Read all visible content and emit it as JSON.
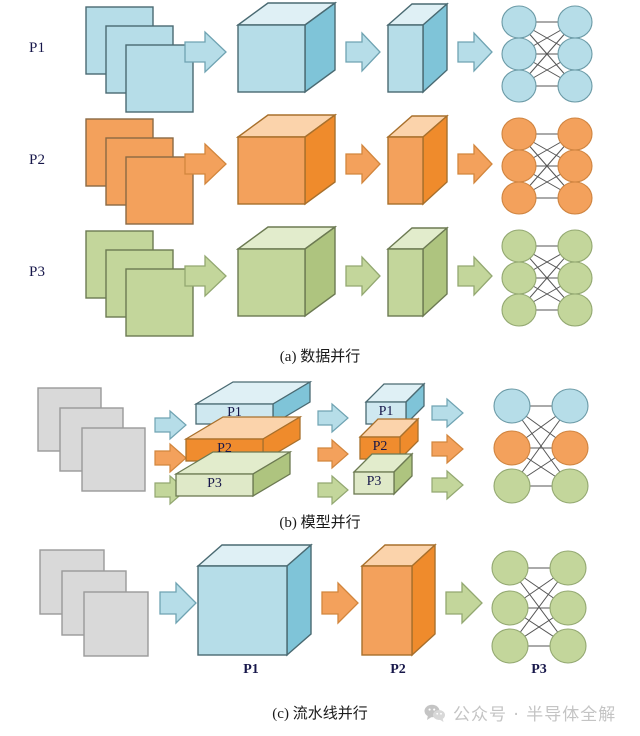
{
  "figure": {
    "title_present": false,
    "panels": [
      {
        "id": "a",
        "caption": "(a) 数据并行",
        "rows": [
          {
            "label": "P1",
            "color_key": "blue",
            "stages": [
              "data-sheets",
              "arrow",
              "cube",
              "arrow",
              "slab-cube",
              "arrow",
              "neural-net"
            ]
          },
          {
            "label": "P2",
            "color_key": "orange",
            "stages": [
              "data-sheets",
              "arrow",
              "cube",
              "arrow",
              "slab-cube",
              "arrow",
              "neural-net"
            ]
          },
          {
            "label": "P3",
            "color_key": "green",
            "stages": [
              "data-sheets",
              "arrow",
              "cube",
              "arrow",
              "slab-cube",
              "arrow",
              "neural-net"
            ]
          }
        ]
      },
      {
        "id": "b",
        "caption": "(b) 模型并行",
        "input_color_key": "gray",
        "arrow_colors": [
          "blue",
          "orange",
          "green"
        ],
        "stack_labels": [
          "P1",
          "P2",
          "P3"
        ],
        "stack2_labels": [
          "P1",
          "P2",
          "P3"
        ],
        "net_row_colors": [
          "blue",
          "orange",
          "green"
        ]
      },
      {
        "id": "c",
        "caption": "(c) 流水线并行",
        "input_color_key": "gray",
        "stage_labels": [
          "P1",
          "P2",
          "P3"
        ],
        "stage_colors": [
          "blue",
          "orange",
          "green"
        ],
        "arrow_colors": [
          "blue",
          "orange",
          "green"
        ]
      }
    ]
  },
  "colors": {
    "blue": "#b6dde8",
    "blue_top": "#dff0f5",
    "blue_side": "#7fc4d8",
    "blue_stroke": "#4a7a85",
    "orange": "#f3a15c",
    "orange_top": "#fbd3ab",
    "orange_side": "#ef8b2c",
    "orange_stroke": "#c06a1e",
    "green": "#c3d69b",
    "green_top": "#e2eccc",
    "green_side": "#aec47f",
    "green_stroke": "#7a8c56",
    "gray": "#d9d9d9",
    "gray_stroke": "#9a9a9a",
    "net_line": "#5a5a5a",
    "text_dark": "#17174a",
    "watermark": "#c4c4c4"
  },
  "watermark": {
    "text": "公众号 · 半导体全解",
    "icon": "wechat-icon"
  }
}
